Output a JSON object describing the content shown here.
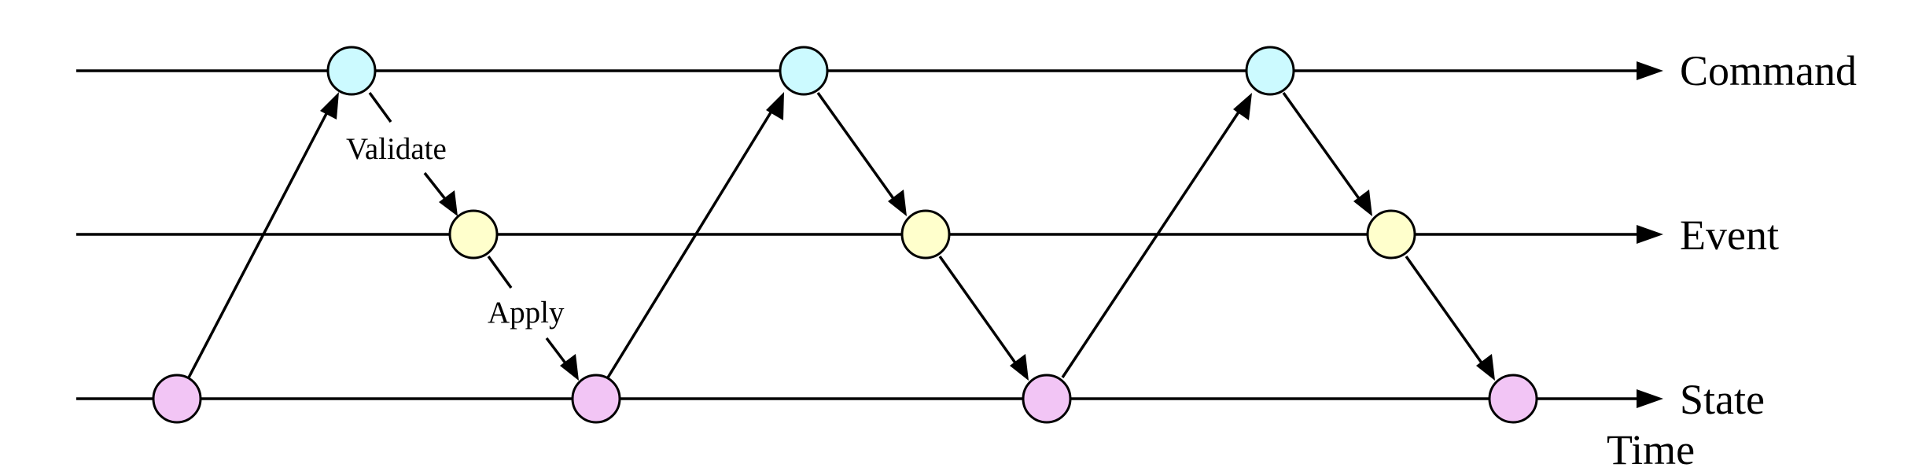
{
  "lanes": [
    {
      "id": "command",
      "label": "Command"
    },
    {
      "id": "event",
      "label": "Event"
    },
    {
      "id": "state",
      "label": "State"
    }
  ],
  "axis_label": "Time",
  "edge_labels": {
    "validate": "Validate",
    "apply": "Apply"
  },
  "colors": {
    "command": "#ccfaff",
    "event": "#ffffcc",
    "state": "#f2c5f5",
    "line": "#000000"
  }
}
